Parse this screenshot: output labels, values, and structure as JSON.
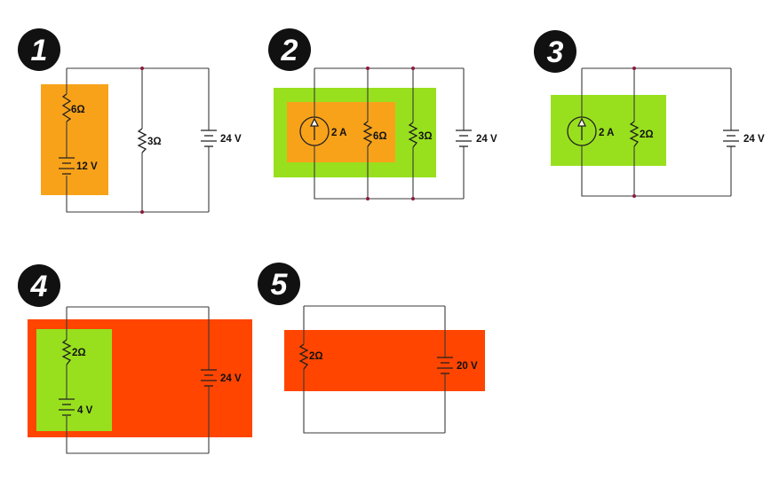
{
  "colors": {
    "orange": "#F8A21A",
    "green": "#98E01E",
    "red": "#FF4500",
    "wire": "#3a3a3a",
    "node": "#8B1A3A",
    "badge": "#111111"
  },
  "steps": [
    {
      "number": "1",
      "labels": {
        "r_series": "6Ω",
        "v_series": "12 V",
        "r_mid": "3Ω",
        "v_source": "24 V"
      }
    },
    {
      "number": "2",
      "labels": {
        "i_source": "2 A",
        "r_inner": "6Ω",
        "r_mid": "3Ω",
        "v_source": "24 V"
      }
    },
    {
      "number": "3",
      "labels": {
        "i_source": "2 A",
        "r_mid": "2Ω",
        "v_source": "24 V"
      }
    },
    {
      "number": "4",
      "labels": {
        "r_series": "2Ω",
        "v_series": "4 V",
        "v_source": "24 V"
      }
    },
    {
      "number": "5",
      "labels": {
        "r_left": "2Ω",
        "v_source": "20 V"
      }
    }
  ]
}
